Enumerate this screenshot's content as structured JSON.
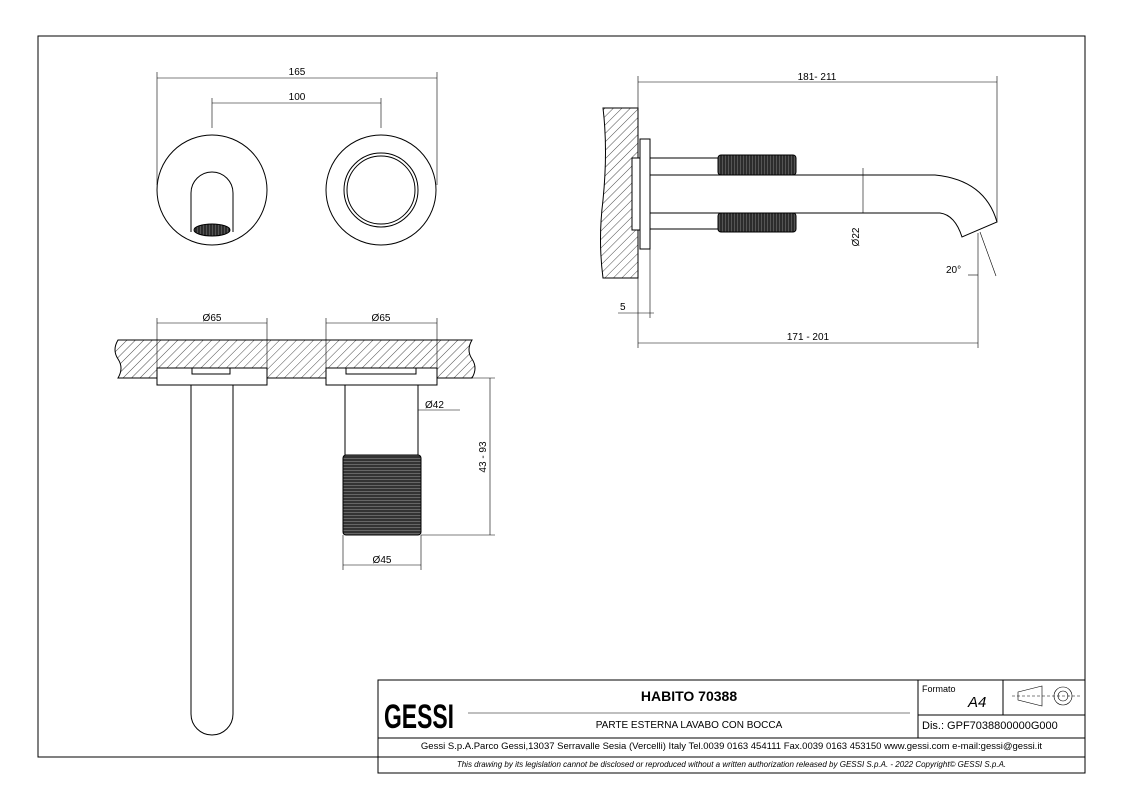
{
  "title_block": {
    "logo": "GESSI",
    "title": "HABITO 70388",
    "subtitle": "PARTE ESTERNA LAVABO CON BOCCA",
    "formato_label": "Formato",
    "formato_value": "A4",
    "drawing_number": "Dis.: GPF7038800000G000",
    "address": "Gessi S.p.A.Parco Gessi,13037 Serravalle Sesia (Vercelli) Italy Tel.0039 0163 454111 Fax.0039 0163 453150 www.gessi.com e-mail:gessi@gessi.it",
    "copyright": "This drawing by its legislation cannot be disclosed or reproduced without a written authorization released by GESSI S.p.A. - 2022 Copyright© GESSI S.p.A."
  },
  "dimensions": {
    "front_width": "165",
    "front_spacing": "100",
    "plate_left_dia": "Ø65",
    "plate_right_dia": "Ø65",
    "body_dia": "Ø42",
    "handle_dia": "Ø45",
    "depth_range": "43 - 93",
    "spout_total": "181- 211",
    "spout_reach": "171 - 201",
    "spout_dia": "Ø22",
    "plate_thickness": "5",
    "angle": "20°"
  }
}
